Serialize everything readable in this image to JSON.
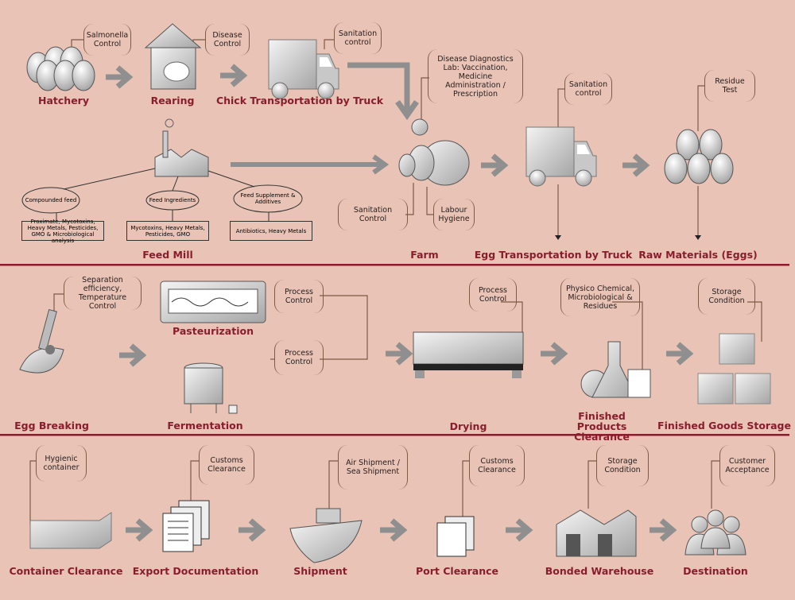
{
  "colors": {
    "background": "#e9c3b5",
    "title": "#8a1d2d",
    "divider": "#8a1d2d",
    "arrow": "#8f8f8f"
  },
  "row1": {
    "stages": [
      "Hatchery",
      "Rearing",
      "Chick Transportation by Truck",
      "Feed Mill",
      "Farm",
      "Egg Transportation by Truck",
      "Raw Materials (Eggs)"
    ],
    "callouts": [
      "Salmonella Control",
      "Disease Control",
      "Sanitation control",
      "Disease Diagnostics Lab: Vaccination, Medicine Administration / Prescription",
      "Sanitation control",
      "Residue Test",
      "Sanitation Control",
      "Labour Hygiene"
    ],
    "feed_mill": {
      "bubbles": [
        "Compounded feed",
        "Feed Ingredients",
        "Feed Supplement & Additives"
      ],
      "tests": [
        "Proximate, Mycotoxins, Heavy Metals, Pesticides, GMO & Microbiological analysis",
        "Mycotoxins, Heavy Metals, Pesticides, GMO",
        "Antibiotics, Heavy Metals"
      ]
    }
  },
  "row2": {
    "stages": [
      "Egg Breaking",
      "Pasteurization",
      "Fermentation",
      "Drying",
      "Finished Products Clearance",
      "Finished Goods Storage"
    ],
    "callouts": [
      "Separation efficiency, Temperature Control",
      "Process Control",
      "Process Control",
      "Process Control",
      "Physico Chemical, Microbiological & Residues",
      "Storage Condition"
    ]
  },
  "row3": {
    "stages": [
      "Container Clearance",
      "Export Documentation",
      "Shipment",
      "Port Clearance",
      "Bonded Warehouse",
      "Destination"
    ],
    "callouts": [
      "Hygienic container",
      "Customs Clearance",
      "Air Shipment / Sea Shipment",
      "Customs Clearance",
      "Storage Condition",
      "Customer Acceptance"
    ]
  }
}
